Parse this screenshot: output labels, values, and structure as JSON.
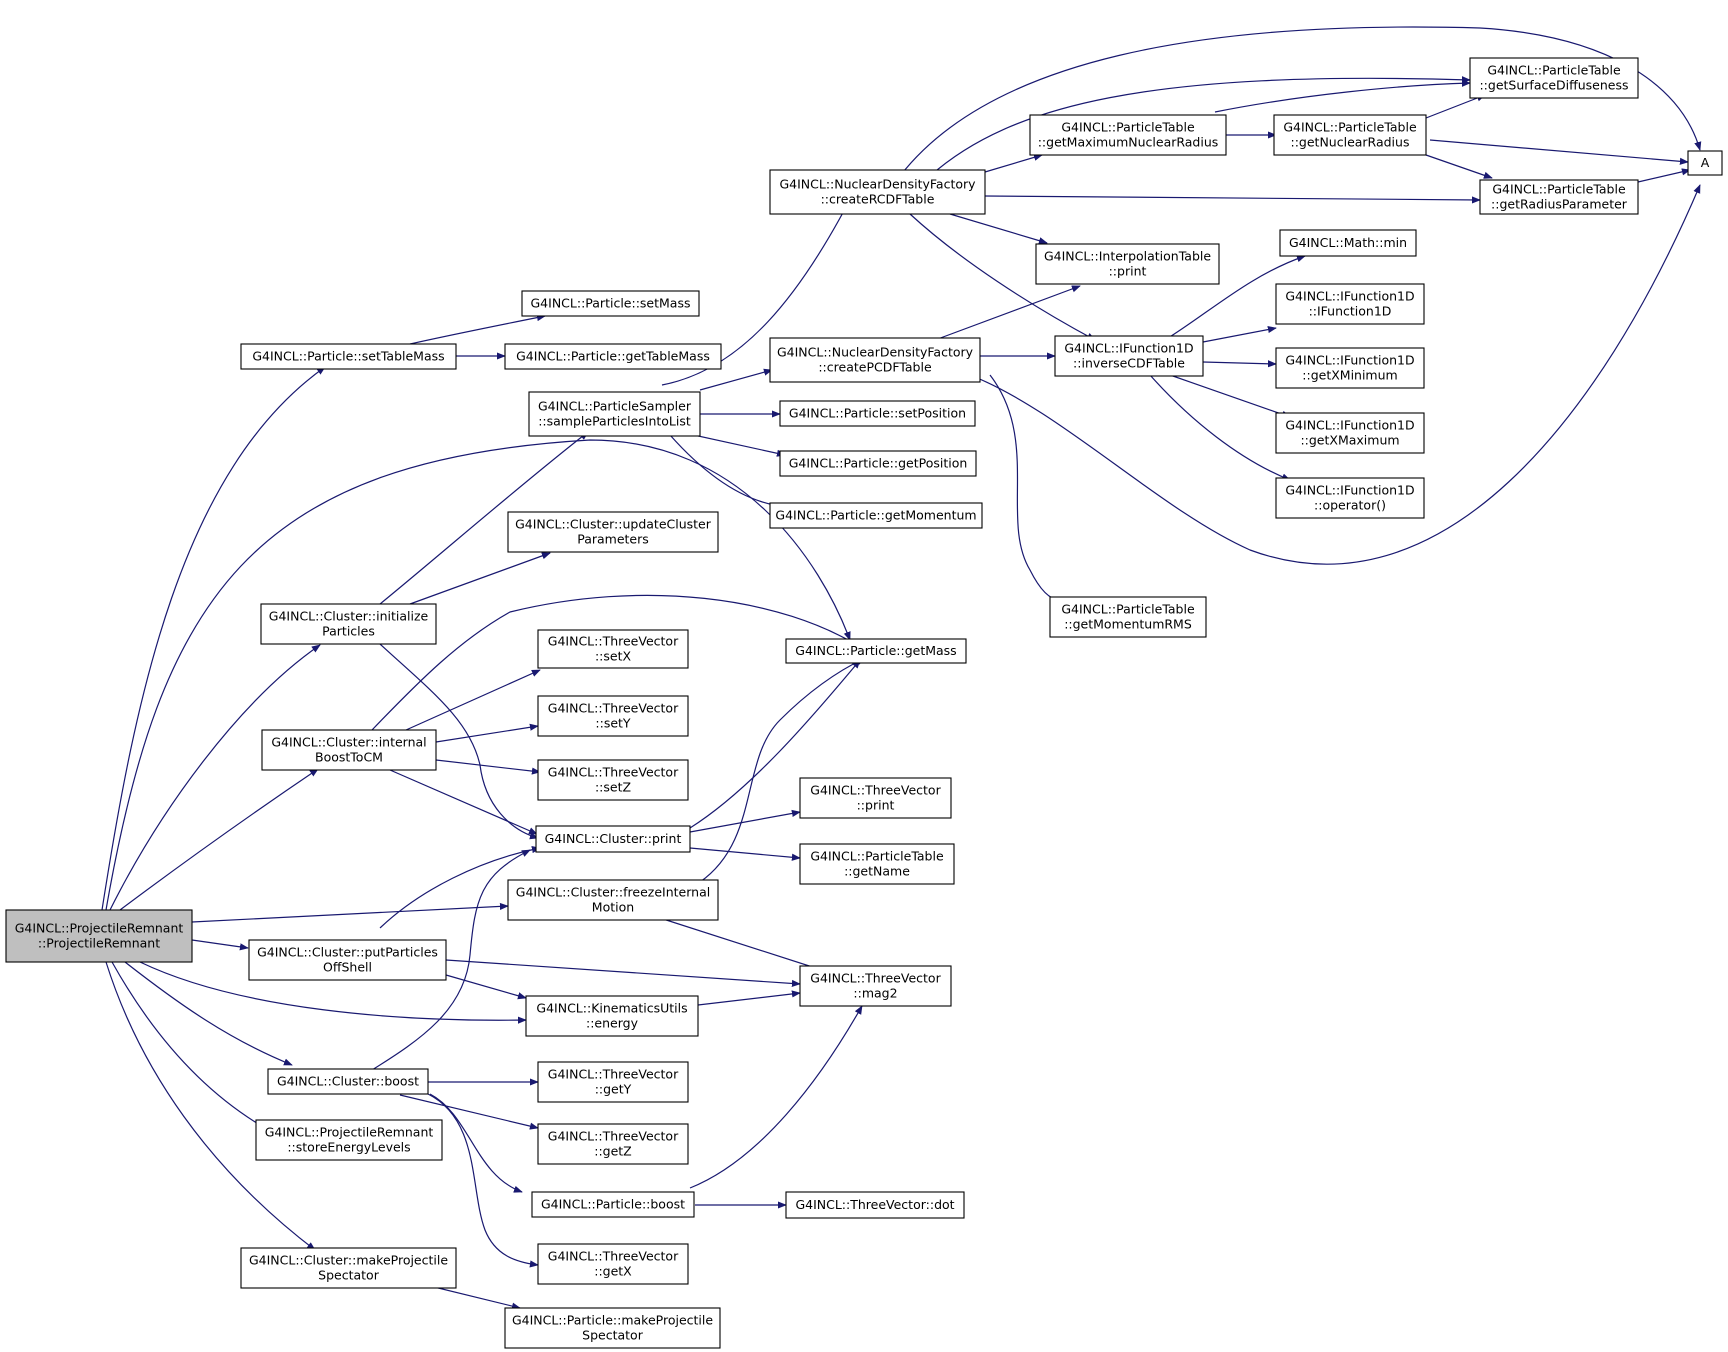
{
  "colors": {
    "edge": "#191970",
    "root_fill": "#bfbfbf",
    "node_fill": "#ffffff",
    "border": "#000000"
  },
  "nodes": [
    {
      "id": "root",
      "lines": [
        "G4INCL::ProjectileRemnant",
        "::ProjectileRemnant"
      ]
    },
    {
      "id": "setTableMass",
      "lines": [
        "G4INCL::Particle::setTableMass"
      ]
    },
    {
      "id": "setMass",
      "lines": [
        "G4INCL::Particle::setMass"
      ]
    },
    {
      "id": "getTableMass",
      "lines": [
        "G4INCL::Particle::getTableMass"
      ]
    },
    {
      "id": "sampleParticlesIntoList",
      "lines": [
        "G4INCL::ParticleSampler",
        "::sampleParticlesIntoList"
      ]
    },
    {
      "id": "createRCDFTable",
      "lines": [
        "G4INCL::NuclearDensityFactory",
        "::createRCDFTable"
      ]
    },
    {
      "id": "createPCDFTable",
      "lines": [
        "G4INCL::NuclearDensityFactory",
        "::createPCDFTable"
      ]
    },
    {
      "id": "setPosition",
      "lines": [
        "G4INCL::Particle::setPosition"
      ]
    },
    {
      "id": "getPosition",
      "lines": [
        "G4INCL::Particle::getPosition"
      ]
    },
    {
      "id": "getMomentum",
      "lines": [
        "G4INCL::Particle::getMomentum"
      ]
    },
    {
      "id": "getMaximumNuclearRadius",
      "lines": [
        "G4INCL::ParticleTable",
        "::getMaximumNuclearRadius"
      ]
    },
    {
      "id": "getNuclearRadius",
      "lines": [
        "G4INCL::ParticleTable",
        "::getNuclearRadius"
      ]
    },
    {
      "id": "getSurfaceDiffuseness",
      "lines": [
        "G4INCL::ParticleTable",
        "::getSurfaceDiffuseness"
      ]
    },
    {
      "id": "getRadiusParameter",
      "lines": [
        "G4INCL::ParticleTable",
        "::getRadiusParameter"
      ]
    },
    {
      "id": "A",
      "lines": [
        "A"
      ]
    },
    {
      "id": "interpPrint",
      "lines": [
        "G4INCL::InterpolationTable",
        "::print"
      ]
    },
    {
      "id": "inverseCDFTable",
      "lines": [
        "G4INCL::IFunction1D",
        "::inverseCDFTable"
      ]
    },
    {
      "id": "mathMin",
      "lines": [
        "G4INCL::Math::min"
      ]
    },
    {
      "id": "IFunction1D",
      "lines": [
        "G4INCL::IFunction1D",
        "::IFunction1D"
      ]
    },
    {
      "id": "getXMinimum",
      "lines": [
        "G4INCL::IFunction1D",
        "::getXMinimum"
      ]
    },
    {
      "id": "getXMaximum",
      "lines": [
        "G4INCL::IFunction1D",
        "::getXMaximum"
      ]
    },
    {
      "id": "operatorCall",
      "lines": [
        "G4INCL::IFunction1D",
        "::operator()"
      ]
    },
    {
      "id": "getMomentumRMS",
      "lines": [
        "G4INCL::ParticleTable",
        "::getMomentumRMS"
      ]
    },
    {
      "id": "updateClusterParameters",
      "lines": [
        "G4INCL::Cluster::updateCluster",
        "Parameters"
      ]
    },
    {
      "id": "initializeParticles",
      "lines": [
        "G4INCL::Cluster::initialize",
        "Particles"
      ]
    },
    {
      "id": "getMass",
      "lines": [
        "G4INCL::Particle::getMass"
      ]
    },
    {
      "id": "setX",
      "lines": [
        "G4INCL::ThreeVector",
        "::setX"
      ]
    },
    {
      "id": "setY",
      "lines": [
        "G4INCL::ThreeVector",
        "::setY"
      ]
    },
    {
      "id": "setZ",
      "lines": [
        "G4INCL::ThreeVector",
        "::setZ"
      ]
    },
    {
      "id": "internalBoostToCM",
      "lines": [
        "G4INCL::Cluster::internal",
        "BoostToCM"
      ]
    },
    {
      "id": "clusterPrint",
      "lines": [
        "G4INCL::Cluster::print"
      ]
    },
    {
      "id": "tvPrint",
      "lines": [
        "G4INCL::ThreeVector",
        "::print"
      ]
    },
    {
      "id": "getName",
      "lines": [
        "G4INCL::ParticleTable",
        "::getName"
      ]
    },
    {
      "id": "freezeInternalMotion",
      "lines": [
        "G4INCL::Cluster::freezeInternal",
        "Motion"
      ]
    },
    {
      "id": "putParticlesOffShell",
      "lines": [
        "G4INCL::Cluster::putParticles",
        "OffShell"
      ]
    },
    {
      "id": "mag2",
      "lines": [
        "G4INCL::ThreeVector",
        "::mag2"
      ]
    },
    {
      "id": "energy",
      "lines": [
        "G4INCL::KinematicsUtils",
        "::energy"
      ]
    },
    {
      "id": "clusterBoost",
      "lines": [
        "G4INCL::Cluster::boost"
      ]
    },
    {
      "id": "getY",
      "lines": [
        "G4INCL::ThreeVector",
        "::getY"
      ]
    },
    {
      "id": "getZ",
      "lines": [
        "G4INCL::ThreeVector",
        "::getZ"
      ]
    },
    {
      "id": "storeEnergyLevels",
      "lines": [
        "G4INCL::ProjectileRemnant",
        "::storeEnergyLevels"
      ]
    },
    {
      "id": "particleBoost",
      "lines": [
        "G4INCL::Particle::boost"
      ]
    },
    {
      "id": "dot",
      "lines": [
        "G4INCL::ThreeVector::dot"
      ]
    },
    {
      "id": "getX",
      "lines": [
        "G4INCL::ThreeVector",
        "::getX"
      ]
    },
    {
      "id": "makeProjectileSpectatorCluster",
      "lines": [
        "G4INCL::Cluster::makeProjectile",
        "Spectator"
      ]
    },
    {
      "id": "makeProjectileSpectatorParticle",
      "lines": [
        "G4INCL::Particle::makeProjectile",
        "Spectator"
      ]
    }
  ]
}
